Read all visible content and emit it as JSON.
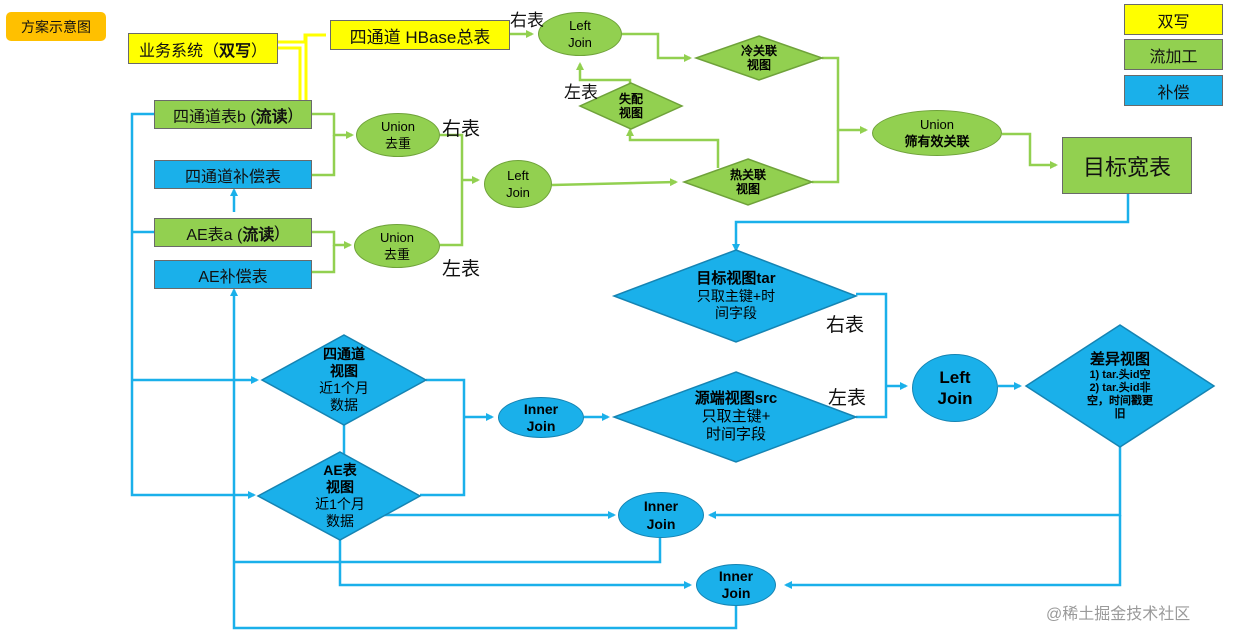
{
  "title_badge": "方案示意图",
  "legend": {
    "double_write": "双写",
    "stream_process": "流加工",
    "compensate": "补偿"
  },
  "sources": {
    "business_system_prefix": "业务系统（",
    "business_system_bold": "双写",
    "business_system_suffix": "）",
    "hbase_table": "四通道 HBase总表",
    "four_channel_b_prefix": "四通道表b (",
    "four_channel_b_bold": "流读",
    "four_channel_b_suffix": ")",
    "four_channel_comp": "四通道补偿表",
    "ae_a_prefix": "AE表a (",
    "ae_a_bold": "流读",
    "ae_a_suffix": ")",
    "ae_comp": "AE补偿表"
  },
  "nodes": {
    "left_join_top": [
      "Left",
      "Join"
    ],
    "cold_view": [
      "冷关联",
      "视图"
    ],
    "mismatch_view": [
      "失配",
      "视图"
    ],
    "union_top": [
      "Union",
      "去重"
    ],
    "union_bottom": [
      "Union",
      "去重"
    ],
    "left_join_mid": [
      "Left",
      "Join"
    ],
    "hot_view": [
      "热关联",
      "视图"
    ],
    "union_filter": [
      "Union",
      "筛有效关联"
    ],
    "target_wide_table": "目标宽表",
    "target_view": {
      "title": "目标视图tar",
      "line1": "只取主键+时",
      "line2": "间字段"
    },
    "source_view": {
      "title": "源端视图src",
      "line1": "只取主键+",
      "line2": "时间字段"
    },
    "four_channel_view": {
      "title1": "四通道",
      "title2": "视图",
      "line1": "近1个月",
      "line2": "数据"
    },
    "ae_view": {
      "title1": "AE表",
      "title2": "视图",
      "line1": "近1个月",
      "line2": "数据"
    },
    "inner_join_mid": [
      "Inner",
      "Join"
    ],
    "left_join_right": [
      "Left",
      "Join"
    ],
    "diff_view": {
      "title": "差异视图",
      "line1": "1) tar.头id空",
      "line2": "2) tar.头id非",
      "line3": "空，时间戳更",
      "line4": "旧"
    },
    "inner_join_low": [
      "Inner",
      "Join"
    ],
    "inner_join_bottom": [
      "Inner",
      "Join"
    ]
  },
  "edge_labels": {
    "right_table_1": "右表",
    "left_table_1": "左表",
    "right_table_2": "右表",
    "left_table_2": "左表",
    "right_table_3": "右表",
    "left_table_3": "左表"
  },
  "watermark": "@稀土掘金技术社区",
  "colors": {
    "green_line": "#92d050",
    "blue_line": "#1ab0ea",
    "yellow": "#ffff00",
    "green": "#92d050",
    "blue": "#1ab0ea",
    "orange": "#ffc000"
  }
}
